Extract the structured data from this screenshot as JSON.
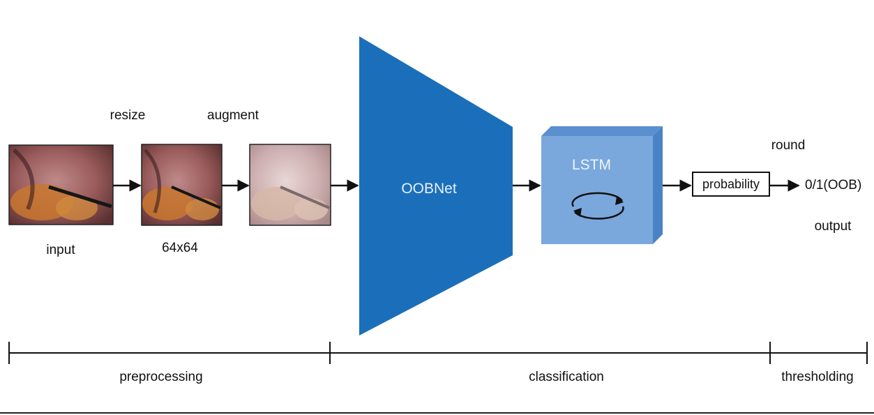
{
  "labels": {
    "resize": "resize",
    "augment": "augment",
    "input": "input",
    "size": "64x64",
    "network": "OOBNet",
    "lstm": "LSTM",
    "probability": "probability",
    "round": "round",
    "result": "0/1(OOB)",
    "output": "output"
  },
  "stages": [
    {
      "label": "preprocessing"
    },
    {
      "label": "classification"
    },
    {
      "label": "thresholding"
    }
  ],
  "colors": {
    "network": "#1b6fba",
    "lstm_front": "#7aa8dc",
    "lstm_top": "#5b8fcf",
    "lstm_side": "#4a82c6",
    "network_text": "#e8f1fb"
  },
  "images": [
    {
      "name": "input-frame",
      "style": "raw"
    },
    {
      "name": "resized-frame",
      "style": "raw"
    },
    {
      "name": "augmented-frame",
      "style": "augmented"
    }
  ]
}
